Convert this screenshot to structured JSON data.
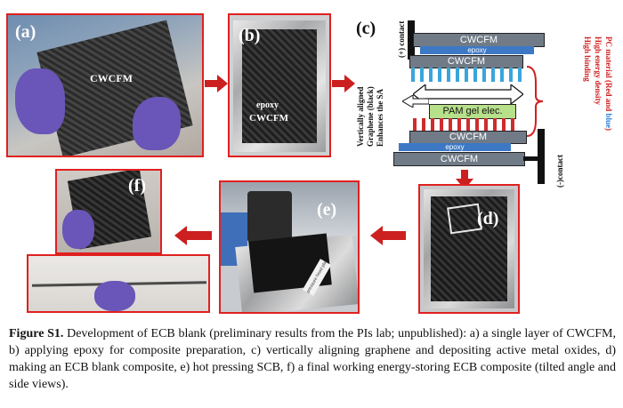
{
  "panels": {
    "a": {
      "label": "(a)",
      "overlay": "CWCFM"
    },
    "b": {
      "label": "(b)",
      "overlay_line1": "epoxy",
      "overlay_line2": "CWCFM"
    },
    "c": {
      "label": "(c)",
      "plus_contact": "(+) contact",
      "minus_contact": "(-)contact",
      "layer_top": "CWCFM",
      "epoxy_top": "epoxy",
      "layer_mid_top": "CWCFM",
      "gel": "PAM gel elec.",
      "layer_mid_bottom": "CWCFM",
      "epoxy_bottom": "epoxy",
      "layer_bottom": "CWCFM",
      "left_text_1": "Vertically aligned",
      "left_text_2": "Graphene (black)",
      "left_text_3": "Enhances the SA",
      "right_text_1_a": "PC material (Red and ",
      "right_text_1_b": "blue",
      "right_text_1_c": ")",
      "right_text_2": "High energy density",
      "right_text_3": "High binding"
    },
    "d": {
      "label": "(d)"
    },
    "e": {
      "label": "(e)",
      "tag": "pressure head plate"
    },
    "f": {
      "label": "(f)"
    }
  },
  "caption": {
    "lead": "Figure S1.",
    "text": " Development of ECB blank (preliminary results from the PIs lab; unpublished): a) a single layer of CWCFM, b) applying epoxy for composite preparation, c) vertically aligning graphene and depositing active metal oxides, d) making an ECB blank composite, e) hot pressing SCB, f) a final working energy-storing ECB composite (tilted angle and side views)."
  },
  "colors": {
    "frame": "#e02020",
    "arrow": "#cc1f1f",
    "pc_red": "#d02020",
    "pc_blue": "#2a7fd4"
  }
}
